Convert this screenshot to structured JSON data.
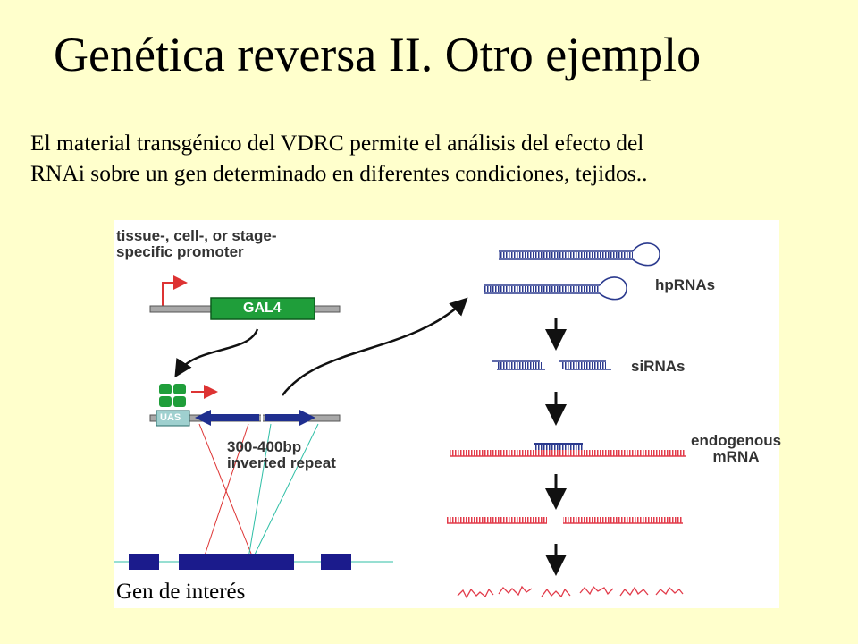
{
  "slide": {
    "title": "Genética reversa II. Otro ejemplo",
    "body_line1": "El material transgénico del VDRC permite el análisis del efecto del",
    "body_line2": "RNAi sobre un gen determinado en diferentes condiciones, tejidos..",
    "gene_label": "Gen de interés"
  },
  "figure": {
    "promoter_line1": "tissue-, cell-, or stage-",
    "promoter_line2": "specific promoter",
    "gal4": "GAL4",
    "uas": "UAS",
    "repeat_line1": "300-400bp",
    "repeat_line2": "inverted repeat",
    "hprnas": "hpRNAs",
    "sirnas": "siRNAs",
    "mrna_line1": "endogenous",
    "mrna_line2": "mRNA"
  },
  "colors": {
    "background": "#ffffcc",
    "rna_blue": "#2b3a8e",
    "mrna_red": "#e23b4a",
    "gal4_green": "#1f9e3a",
    "exon_navy": "#1b1b8c",
    "teal": "#2fbfa6"
  }
}
